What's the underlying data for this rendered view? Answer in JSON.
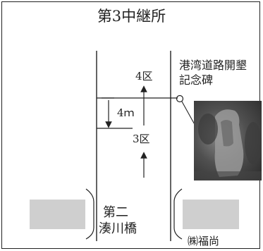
{
  "title": "第3中継所",
  "zones": {
    "upper": "4区",
    "lower": "3区"
  },
  "distance_label": "4ｍ",
  "monument": {
    "line1": "港湾道路開墾",
    "line2": "記念碑"
  },
  "bridge": {
    "line1": "第二",
    "line2": "湊川橋"
  },
  "photo_credit": "㈱福尚",
  "icons": {
    "photo": "monument-photo"
  }
}
